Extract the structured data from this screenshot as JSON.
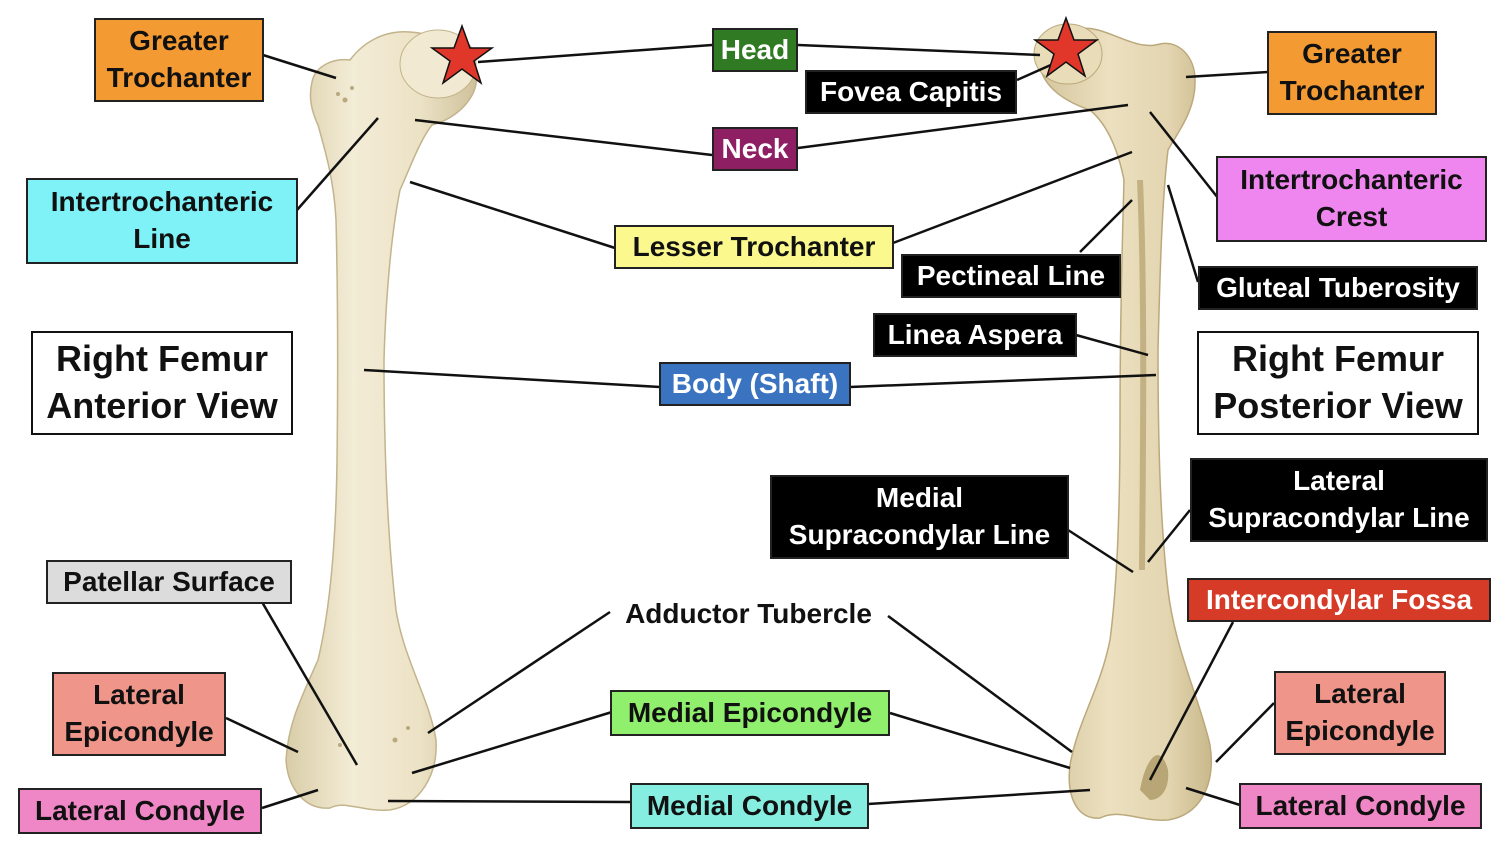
{
  "views": {
    "anterior_line1": "Right Femur",
    "anterior_line2": "Anterior View",
    "posterior_line1": "Right Femur",
    "posterior_line2": "Posterior View"
  },
  "labels": {
    "greater_trochanter_left": {
      "line1": "Greater",
      "line2": "Trochanter",
      "color": "#f39a33"
    },
    "greater_trochanter_right": {
      "line1": "Greater",
      "line2": "Trochanter",
      "color": "#f39a33"
    },
    "head": {
      "text": "Head",
      "color": "#2f7a22"
    },
    "fovea_capitis": {
      "text": "Fovea Capitis",
      "color": "#000000"
    },
    "neck": {
      "text": "Neck",
      "color": "#8e1f63"
    },
    "intertrochanteric_line": {
      "line1": "Intertrochanteric",
      "line2": "Line",
      "color": "#7ef2f7"
    },
    "intertrochanteric_crest": {
      "line1": "Intertrochanteric",
      "line2": "Crest",
      "color": "#ef86ef"
    },
    "lesser_trochanter": {
      "text": "Lesser Trochanter",
      "color": "#fbf98d"
    },
    "pectineal_line": {
      "text": "Pectineal Line",
      "color": "#000000"
    },
    "gluteal_tuberosity": {
      "text": "Gluteal Tuberosity",
      "color": "#000000"
    },
    "linea_aspera": {
      "text": "Linea Aspera",
      "color": "#000000"
    },
    "body_shaft": {
      "text": "Body (Shaft)",
      "color": "#3a73c0"
    },
    "medial_supracondylar_line": {
      "line1": "Medial",
      "line2": "Supracondylar Line",
      "color": "#000000"
    },
    "lateral_supracondylar_line": {
      "line1": "Lateral",
      "line2": "Supracondylar Line",
      "color": "#000000"
    },
    "intercondylar_fossa": {
      "text": "Intercondylar Fossa",
      "color": "#d63b27"
    },
    "patellar_surface": {
      "text": "Patellar Surface",
      "color": "#dcdcdc"
    },
    "adductor_tubercle": {
      "text": "Adductor Tubercle"
    },
    "lateral_epicondyle_left": {
      "line1": "Lateral",
      "line2": "Epicondyle",
      "color": "#f0958a"
    },
    "lateral_epicondyle_right": {
      "line1": "Lateral",
      "line2": "Epicondyle",
      "color": "#f0958a"
    },
    "medial_epicondyle": {
      "text": "Medial Epicondyle",
      "color": "#90ef6c"
    },
    "lateral_condyle_left": {
      "text": "Lateral Condyle",
      "color": "#ef86c6"
    },
    "lateral_condyle_right": {
      "text": "Lateral Condyle",
      "color": "#ef86c6"
    },
    "medial_condyle": {
      "text": "Medial Condyle",
      "color": "#85eee0"
    }
  },
  "colors": {
    "bone_anterior": "#eee5cc",
    "bone_posterior": "#e8dcbc",
    "star": "#e0372a"
  }
}
